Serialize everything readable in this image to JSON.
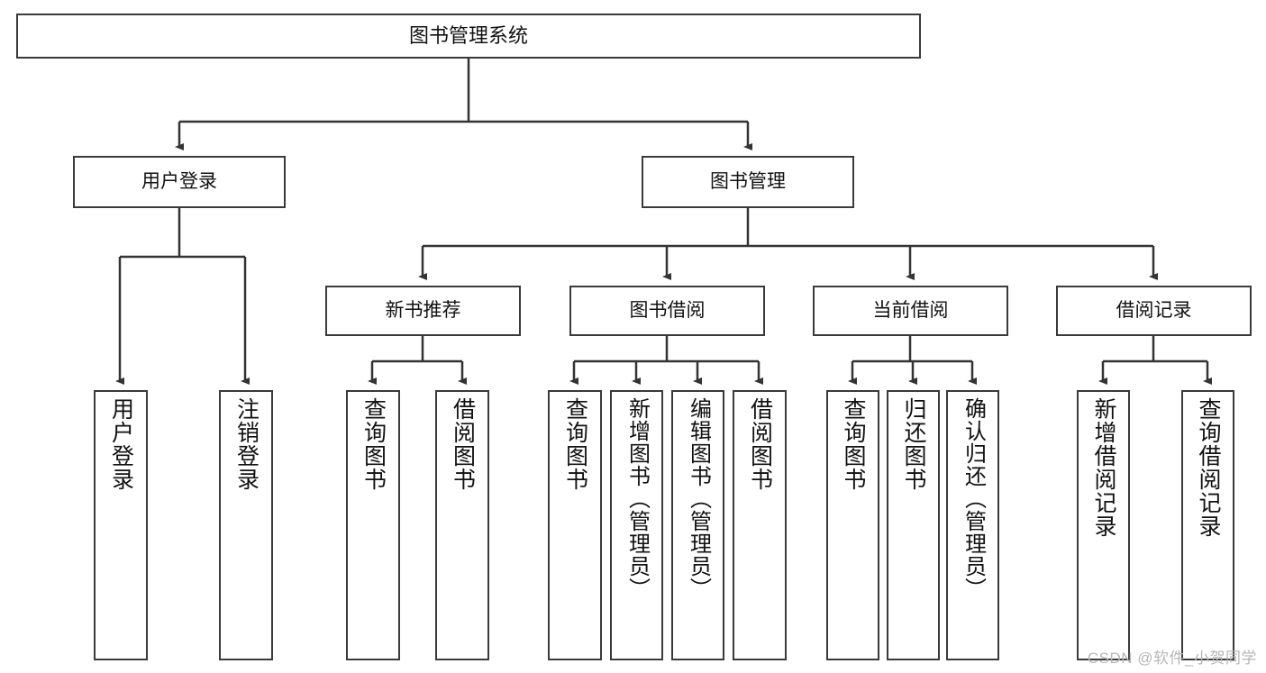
{
  "diagram": {
    "type": "tree",
    "title": "图书管理系统",
    "watermark": "CSDN @软件_小贺同学",
    "colors": {
      "box_border": "#3a3a3a",
      "box_fill": "#ffffff",
      "edge": "#333333",
      "text": "#111111",
      "watermark": "#b6b6b6"
    },
    "levels": {
      "root": [
        "图书管理系统"
      ],
      "level2": [
        "用户登录",
        "图书管理"
      ],
      "level3": [
        "新书推荐",
        "图书借阅",
        "当前借阅",
        "借阅记录"
      ],
      "leaves": [
        "用户登录",
        "注销登录",
        "查询图书",
        "借阅图书",
        "查询图书",
        "新增图书（管理员）",
        "编辑图书（管理员）",
        "借阅图书",
        "查询图书",
        "归还图书",
        "确认归还（管理员）",
        "新增借阅记录",
        "查询借阅记录"
      ]
    },
    "nodes": {
      "root": {
        "label": "图书管理系统"
      },
      "user_login": {
        "label": "用户登录"
      },
      "book_manage": {
        "label": "图书管理"
      },
      "new_book_rec": {
        "label": "新书推荐"
      },
      "book_borrow": {
        "label": "图书借阅"
      },
      "current_borrow": {
        "label": "当前借阅"
      },
      "borrow_record": {
        "label": "借阅记录"
      },
      "leaf_user_login": {
        "label": "用户登录"
      },
      "leaf_logout": {
        "label": "注销登录"
      },
      "leaf_query_book_1": {
        "label": "查询图书"
      },
      "leaf_borrow_book_1": {
        "label": "借阅图书"
      },
      "leaf_query_book_2": {
        "label": "查询图书"
      },
      "leaf_add_book_admin": {
        "label": "新增图书（管理员）"
      },
      "leaf_edit_book_admin": {
        "label": "编辑图书（管理员）"
      },
      "leaf_borrow_book_2": {
        "label": "借阅图书"
      },
      "leaf_query_book_3": {
        "label": "查询图书"
      },
      "leaf_return_book": {
        "label": "归还图书"
      },
      "leaf_confirm_return_admin": {
        "label": "确认归还（管理员）"
      },
      "leaf_add_borrow_record": {
        "label": "新增借阅记录"
      },
      "leaf_query_borrow_record": {
        "label": "查询借阅记录"
      }
    },
    "edges": [
      {
        "from": "root",
        "to": "user_login"
      },
      {
        "from": "root",
        "to": "book_manage"
      },
      {
        "from": "user_login",
        "to": "leaf_user_login"
      },
      {
        "from": "user_login",
        "to": "leaf_logout"
      },
      {
        "from": "book_manage",
        "to": "new_book_rec"
      },
      {
        "from": "book_manage",
        "to": "book_borrow"
      },
      {
        "from": "book_manage",
        "to": "current_borrow"
      },
      {
        "from": "book_manage",
        "to": "borrow_record"
      },
      {
        "from": "new_book_rec",
        "to": "leaf_query_book_1"
      },
      {
        "from": "new_book_rec",
        "to": "leaf_borrow_book_1"
      },
      {
        "from": "book_borrow",
        "to": "leaf_query_book_2"
      },
      {
        "from": "book_borrow",
        "to": "leaf_add_book_admin"
      },
      {
        "from": "book_borrow",
        "to": "leaf_edit_book_admin"
      },
      {
        "from": "book_borrow",
        "to": "leaf_borrow_book_2"
      },
      {
        "from": "current_borrow",
        "to": "leaf_query_book_3"
      },
      {
        "from": "current_borrow",
        "to": "leaf_return_book"
      },
      {
        "from": "current_borrow",
        "to": "leaf_confirm_return_admin"
      },
      {
        "from": "borrow_record",
        "to": "leaf_add_borrow_record"
      },
      {
        "from": "borrow_record",
        "to": "leaf_query_borrow_record"
      }
    ]
  }
}
